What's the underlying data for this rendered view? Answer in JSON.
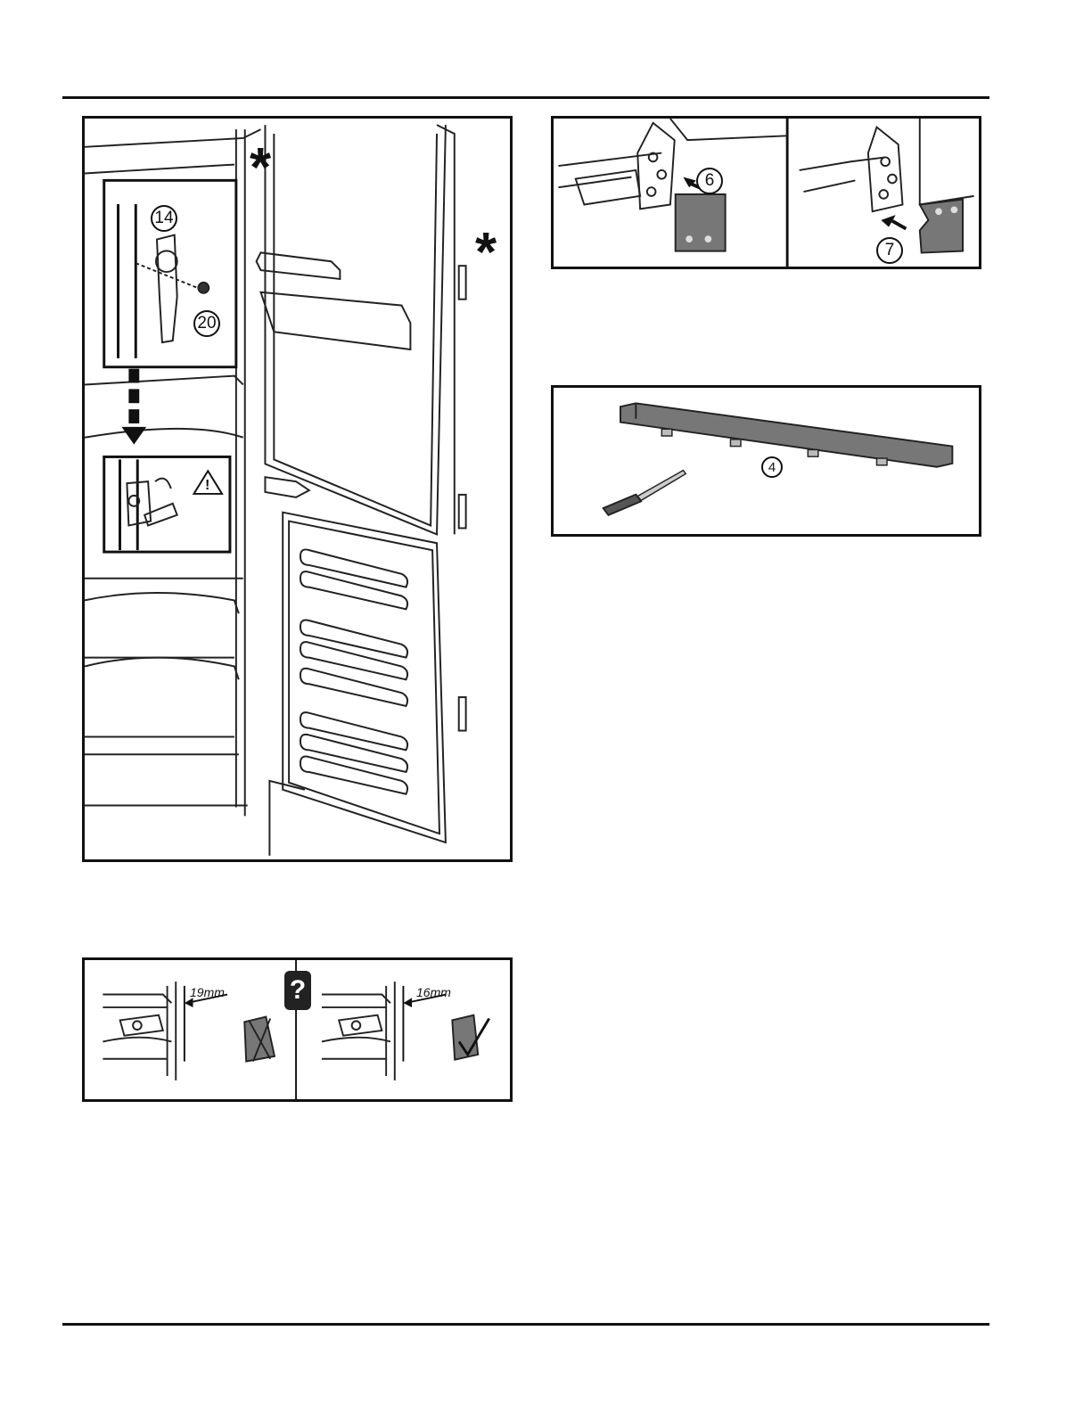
{
  "main_panel": {
    "inset_top_part": "14",
    "inset_screw_part": "20",
    "star_marker": "*",
    "warning_symbol": "!"
  },
  "hinge_panel": {
    "left_part": "6",
    "right_part": "7"
  },
  "strip_panel": {
    "part": "4"
  },
  "gap_panel": {
    "left_measure": "19mm",
    "right_measure": "16mm",
    "question_mark": "?"
  }
}
